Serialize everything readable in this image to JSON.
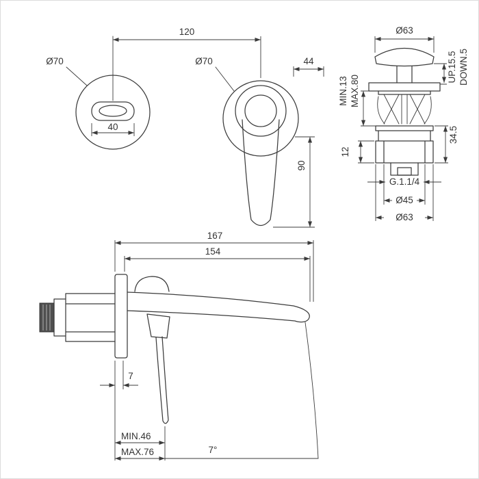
{
  "drawing": {
    "ink": "#3b3b3b",
    "plan_view": {
      "diameter": "Ø70",
      "spout_width": "40"
    },
    "front_view": {
      "diameter": "Ø70",
      "centers_distance": "120",
      "handle_width": "44",
      "handle_length": "90"
    },
    "drain_view": {
      "cap_diameter": "Ø63",
      "up_travel": "UP.15.5",
      "down_travel": "DOWN.5",
      "min_height": "MIN.13",
      "max_height": "MAX.80",
      "body_height": "34.5",
      "locknut_height": "12",
      "thread_size": "G.1.1/4",
      "pipe_diameter": "Ø45",
      "flange_diameter": "Ø63"
    },
    "side_view": {
      "overall_reach": "167",
      "spout_reach": "154",
      "plate_depth": "7",
      "min_wall_depth": "MIN.46",
      "max_wall_depth": "MAX.76",
      "spray_angle": "7°"
    }
  }
}
